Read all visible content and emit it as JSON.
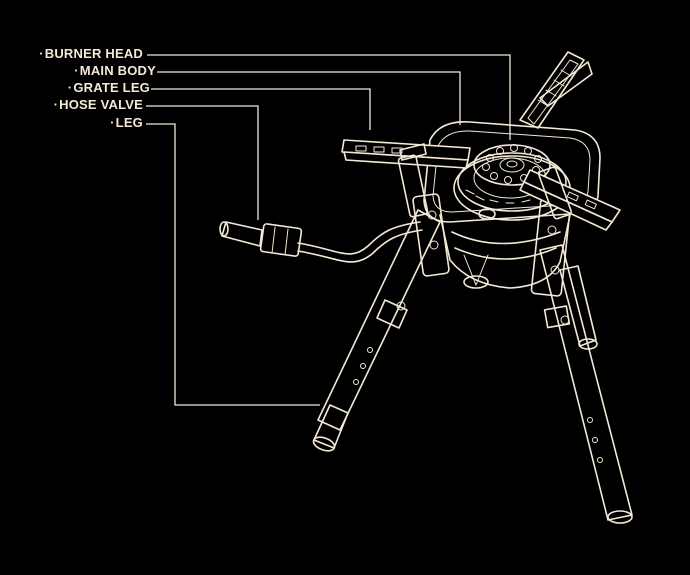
{
  "callouts": [
    {
      "key": "burner_head",
      "text": "BURNER HEAD"
    },
    {
      "key": "main_body",
      "text": "MAIN BODY"
    },
    {
      "key": "grate_leg",
      "text": "GRATE LEG"
    },
    {
      "key": "hose_valve",
      "text": "HOSE VALVE"
    },
    {
      "key": "leg",
      "text": "LEG"
    }
  ],
  "colors": {
    "background": "#000000",
    "line": "#f4e8d6"
  }
}
